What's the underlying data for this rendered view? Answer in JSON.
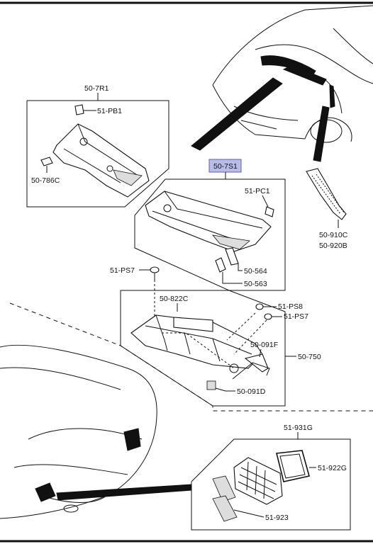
{
  "labels": {
    "cowl_assy_left": "50-7R1",
    "fastener_top": "51-PB1",
    "clip_left": "50-786C",
    "cowl_grille": "50-7S1",
    "cap": "51-PC1",
    "seal_564": "50-564",
    "seal_563": "50-563",
    "screw_ps7_a": "51-PS7",
    "member_822c": "50-822C",
    "screw_ps8": "51-PS8",
    "screw_ps7_b": "51-PS7",
    "bracket_091f": "50-091F",
    "member_750": "50-750",
    "pad_091d": "50-091D",
    "side_duct_910c": "50-910C",
    "side_duct_920b": "50-920B",
    "vent_assy": "51-931G",
    "gasket_922g": "51-922G",
    "flap_923": "51-923"
  },
  "colors": {
    "highlight_fill": "#b8bde8",
    "highlight_stroke": "#5a61b8",
    "ink": "#111111"
  }
}
